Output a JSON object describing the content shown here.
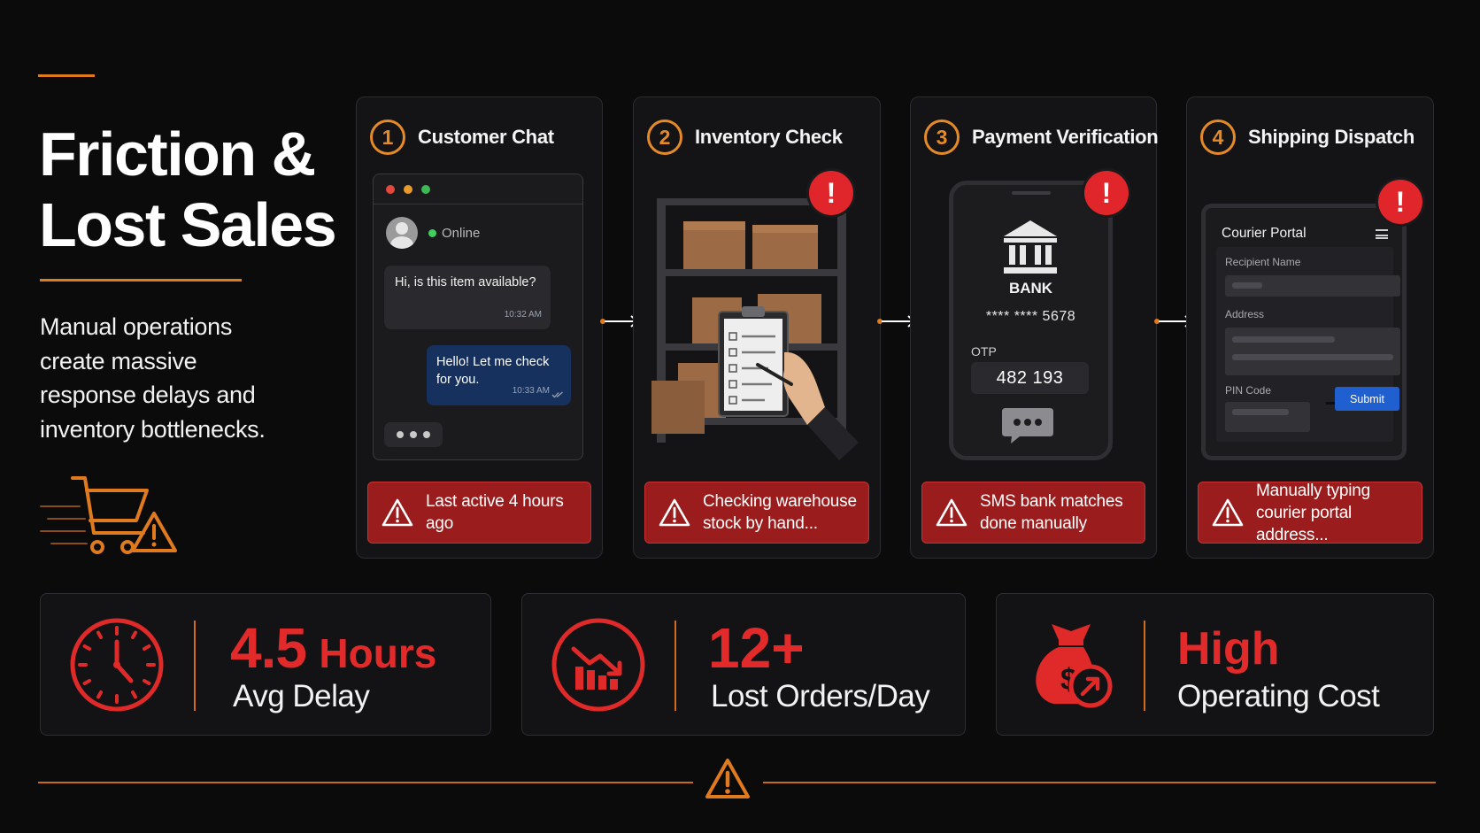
{
  "title": {
    "line1": "Friction &",
    "line2": "Lost Sales"
  },
  "subtitle": "Manual operations create massive response delays and inventory bottlenecks.",
  "icons": {
    "cart": "shopping-cart-warning-icon",
    "step_alert": "exclamation-icon",
    "warning": "warning-triangle-icon",
    "arrow": "arrow-right-icon",
    "bottom": "warning-triangle-icon"
  },
  "colors": {
    "background": "#0b0b0c",
    "accent_orange": "#e07a1f",
    "alert_red": "#e0262b",
    "warn_box_red": "#9b1c1c",
    "metric_red": "#e32a2a"
  },
  "steps": [
    {
      "number": "1",
      "title": "Customer Chat",
      "warning": "Last active 4 hours ago"
    },
    {
      "number": "2",
      "title": "Inventory Check",
      "warning": "Checking warehouse stock by hand..."
    },
    {
      "number": "3",
      "title": "Payment Verification",
      "warning": "SMS bank matches done manually"
    },
    {
      "number": "4",
      "title": "Shipping Dispatch",
      "warning": "Manually typing courier portal address..."
    }
  ],
  "chat": {
    "status": "Online",
    "incoming": {
      "text": "Hi, is this item available?",
      "time": "10:32 AM"
    },
    "outgoing": {
      "text": "Hello! Let me check for you.",
      "time": "10:33 AM"
    }
  },
  "payment": {
    "bank_label": "BANK",
    "account": "**** **** 5678",
    "otp_label": "OTP",
    "otp_value": "482 193"
  },
  "courier": {
    "title": "Courier Portal",
    "recipient_label": "Recipient Name",
    "address_label": "Address",
    "pin_label": "PIN Code",
    "submit": "Submit"
  },
  "metrics": [
    {
      "value": "4.5",
      "unit": "Hours",
      "label": "Avg Delay",
      "icon": "clock-icon"
    },
    {
      "value": "12+",
      "unit": "",
      "label": "Lost Orders/Day",
      "icon": "declining-chart-icon"
    },
    {
      "value": "High",
      "unit": "",
      "label": "Operating Cost",
      "icon": "money-bag-icon"
    }
  ]
}
